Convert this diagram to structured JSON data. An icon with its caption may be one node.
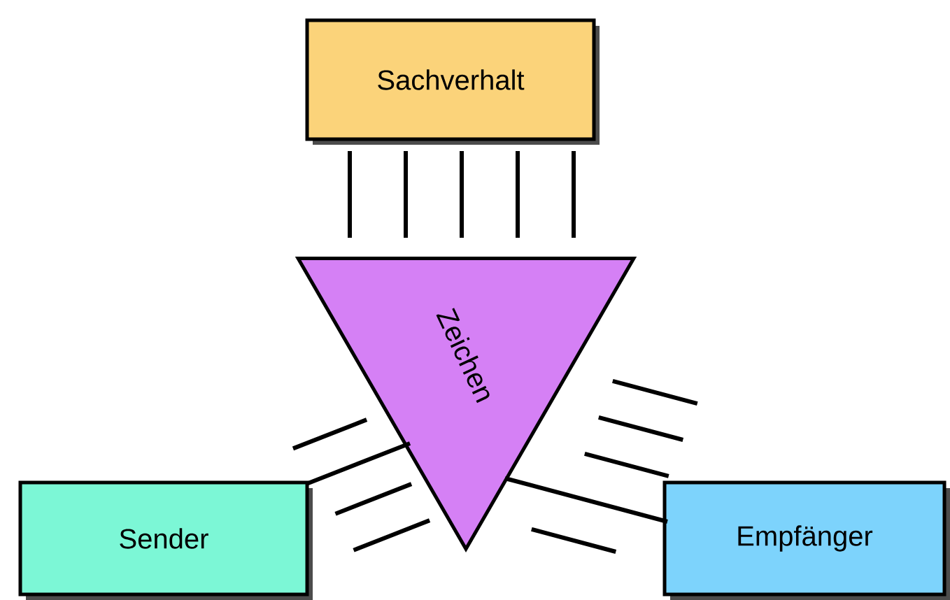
{
  "diagram": {
    "nodes": [
      {
        "text": [
          "Sachverhalt"
        ]
      },
      {
        "text": [
          "Zeichen"
        ]
      },
      {
        "text": [
          "Sender"
        ]
      },
      {
        "text": [
          "Empfänger"
        ]
      }
    ],
    "edges": [
      {
        "from": 0,
        "to": 1,
        "arrow": "none"
      },
      {
        "from": 2,
        "to": 1,
        "arrow": "none"
      },
      {
        "from": 1,
        "to": 3,
        "arrow": "none"
      }
    ]
  }
}
